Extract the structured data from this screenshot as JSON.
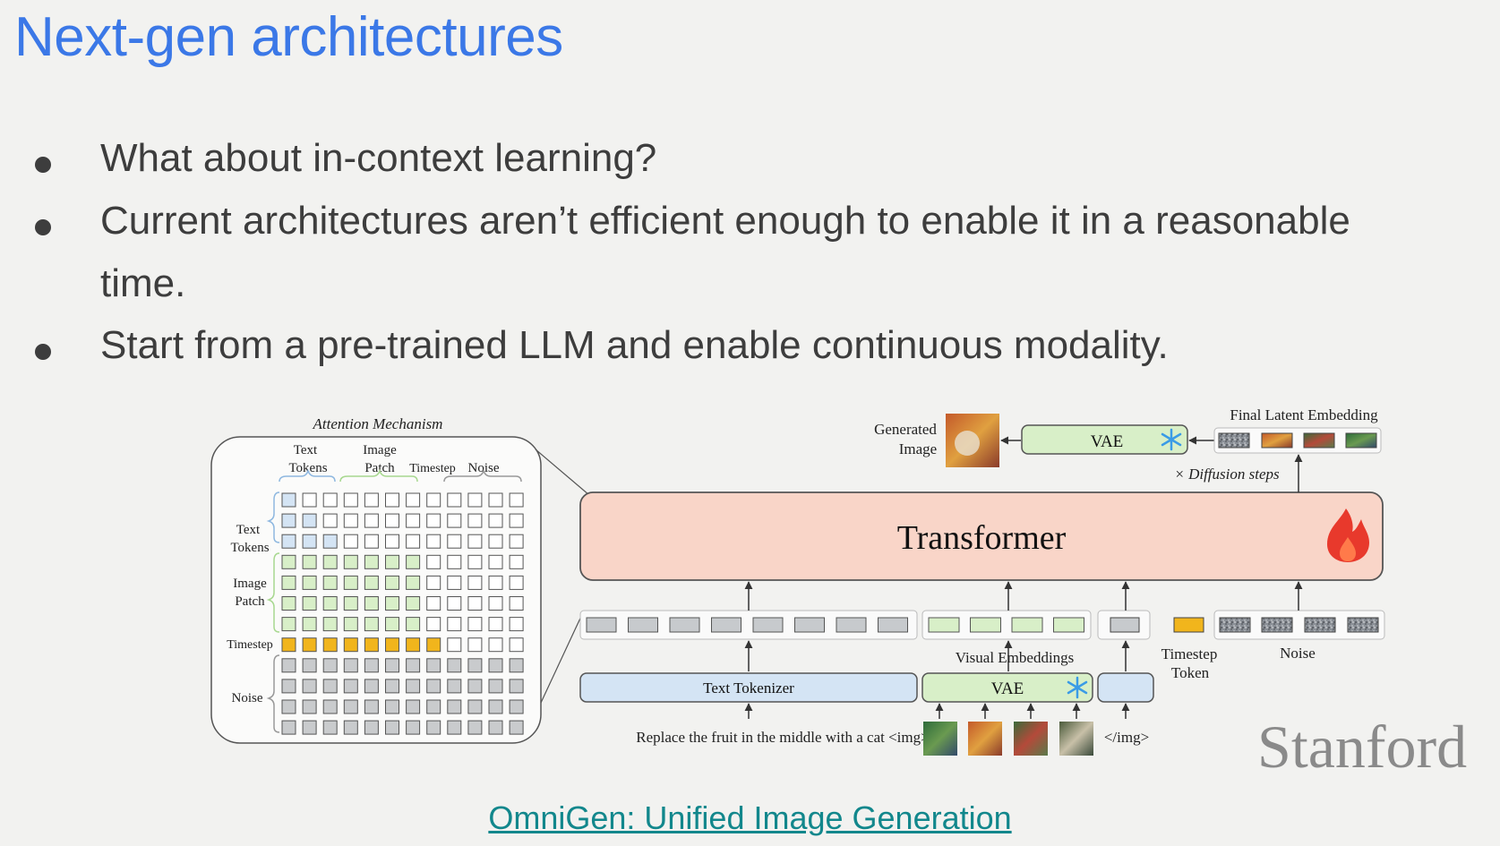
{
  "slide": {
    "title": "Next-gen architectures",
    "bullets": [
      "What about in-context learning?",
      "Current architectures aren’t efficient enough to enable it in a reasonable",
      "time.",
      "Start from a pre-trained LLM and enable continuous modality."
    ],
    "logo_text": "Stanford",
    "link_text": "OmniGen: Unified Image Generation"
  },
  "diagram": {
    "attention": {
      "title": "Attention Mechanism",
      "col_text_tokens": "Text Tokens",
      "col_image_patch": "Image Patch",
      "col_timestep": "Timestep",
      "col_noise": "Noise",
      "row_text_tokens": "Text Tokens",
      "row_image_patch": "Image Patch",
      "row_timestep": "Timestep",
      "row_noise": "Noise"
    },
    "transformer_label": "Transformer",
    "generated_image_label": "Generated Image",
    "vae_top_label": "VAE",
    "final_latent_label": "Final Latent Embedding",
    "diffusion_steps_label": "× Diffusion steps",
    "visual_embeddings_label": "Visual Embeddings",
    "timestep_token_label": "Timestep Token",
    "noise_label": "Noise",
    "text_tokenizer_label": "Text Tokenizer",
    "vae_bottom_label": "VAE",
    "input_text": "Replace the fruit in the middle with a cat <img>",
    "close_img_tag": "</img>"
  },
  "colors": {
    "title": "#3b78e7",
    "transformer_fill": "#f9d5c8",
    "tokenizer_fill": "#d4e4f4",
    "vae_fill": "#d8efc8",
    "timestep_fill": "#f1b51c",
    "link": "#12878c"
  }
}
